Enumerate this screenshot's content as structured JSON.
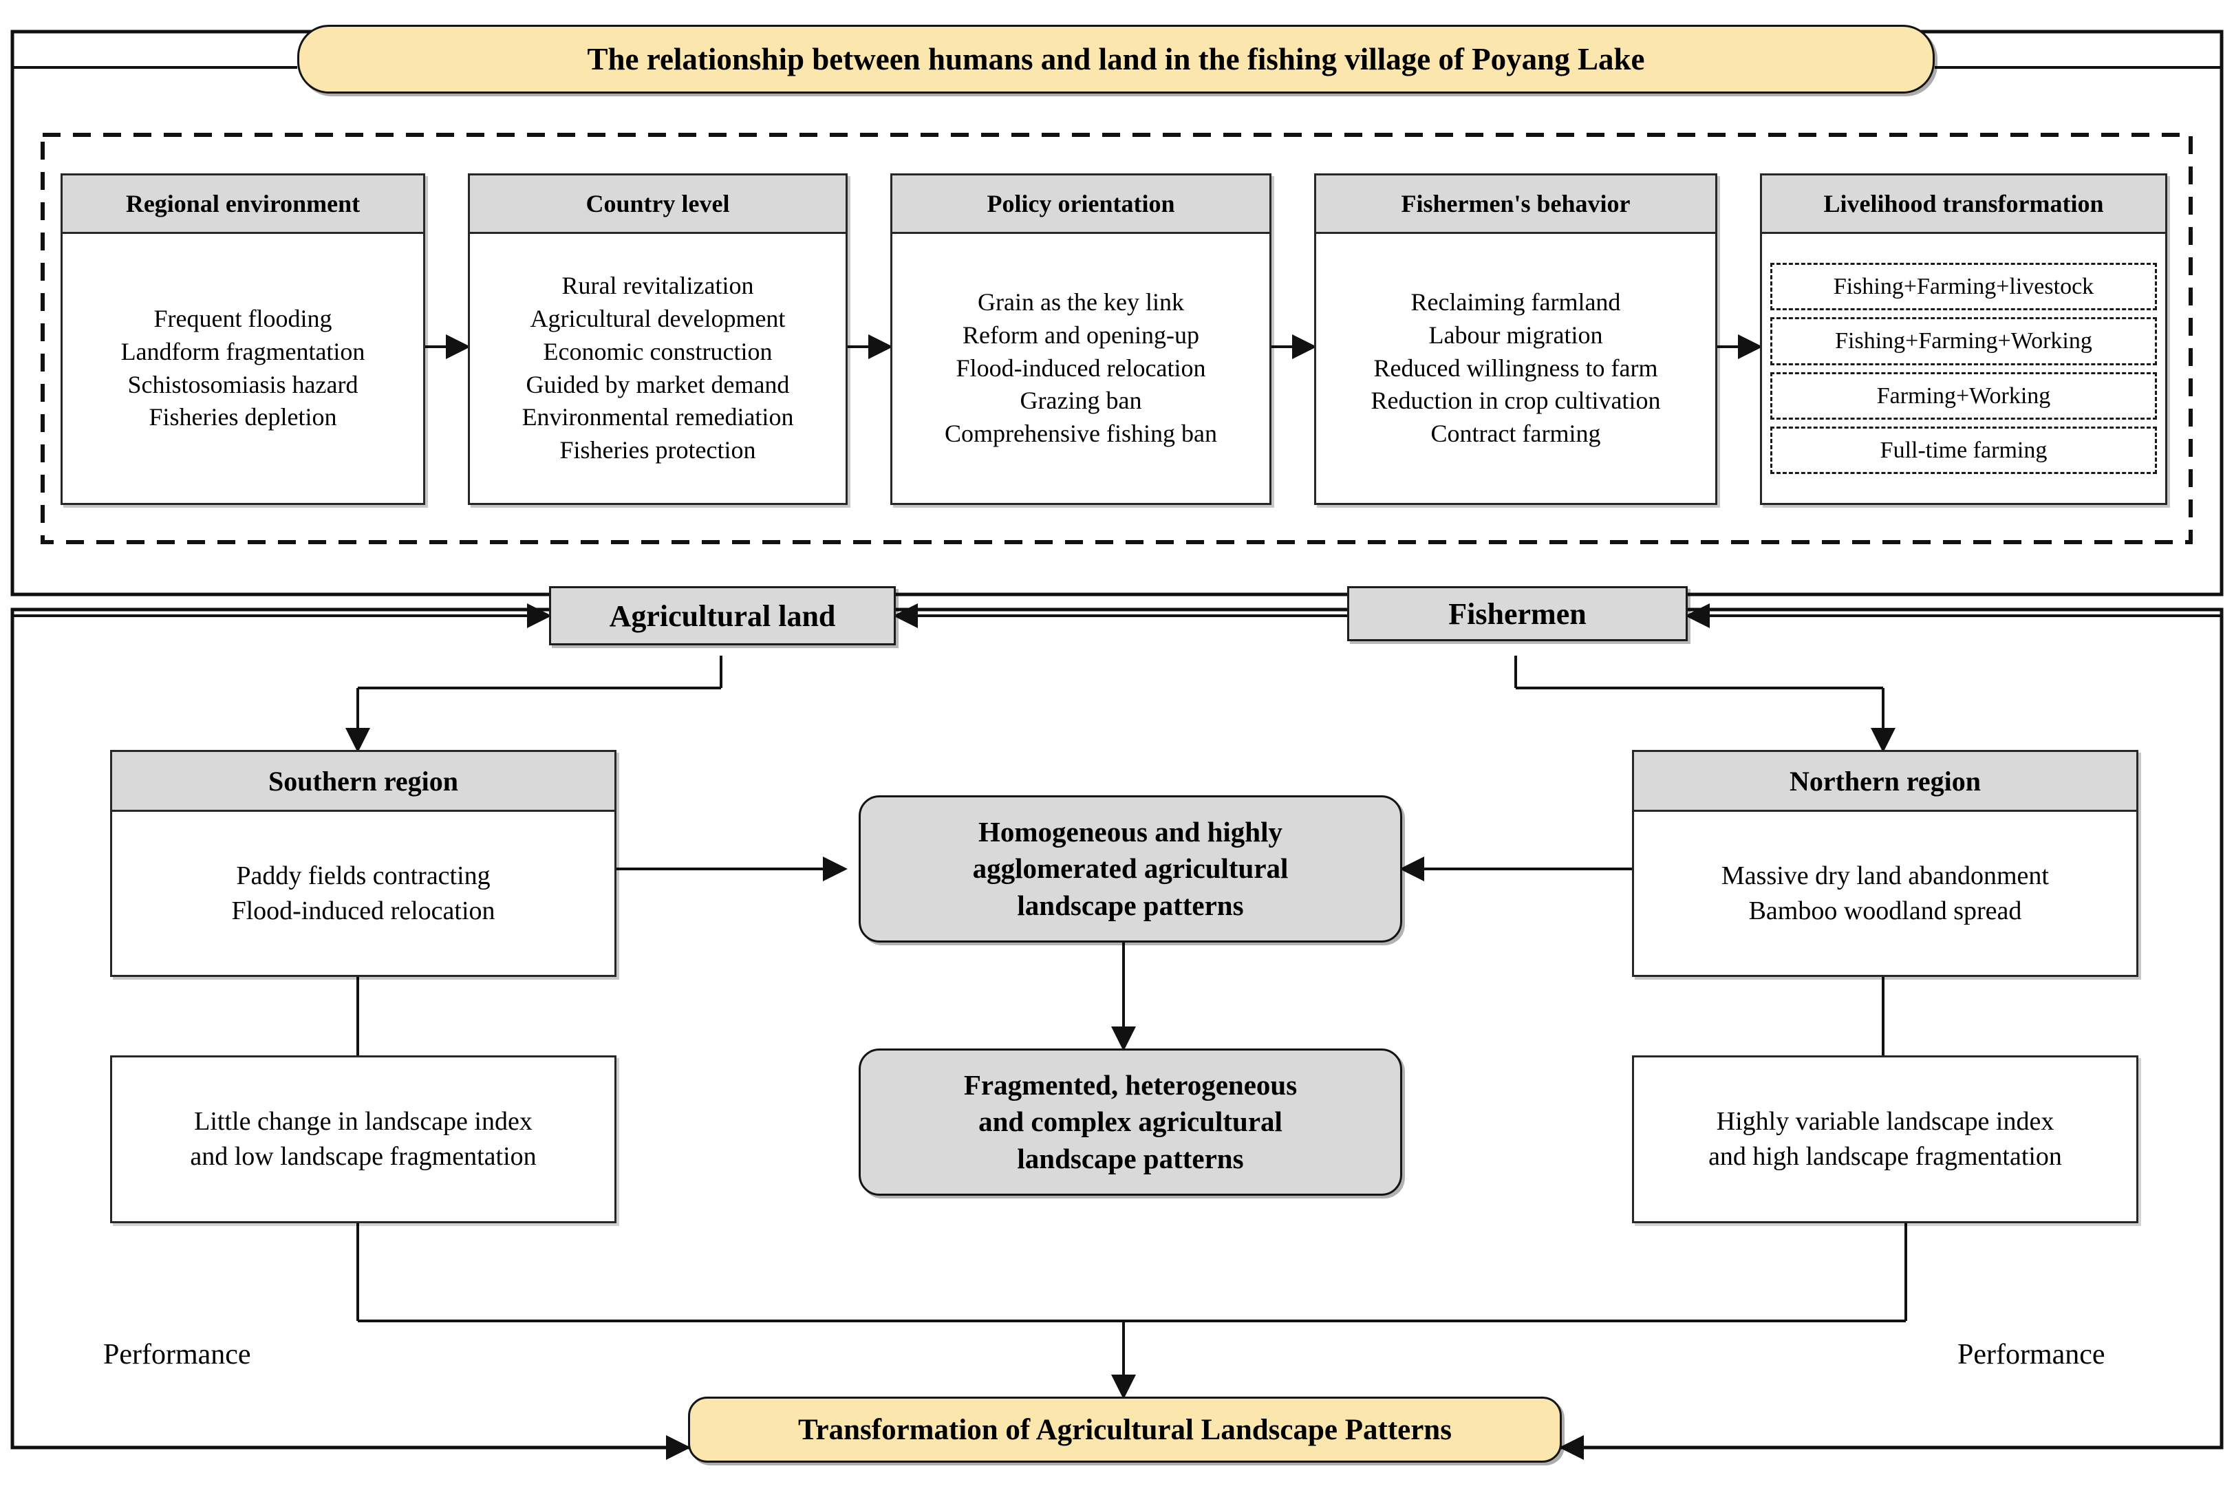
{
  "title": {
    "text": "The relationship between humans and land in the fishing village of Poyang Lake"
  },
  "driver_panel": {
    "boxes": [
      {
        "header": "Regional environment",
        "items": [
          "Frequent flooding",
          "Landform fragmentation",
          "Schistosomiasis hazard",
          "Fisheries depletion"
        ]
      },
      {
        "header": "Country level",
        "items": [
          "Rural revitalization",
          "Agricultural development",
          "Economic construction",
          "Guided by market demand",
          "Environmental remediation",
          "Fisheries protection"
        ]
      },
      {
        "header": "Policy orientation",
        "items": [
          "Grain as the key link",
          "Reform and opening-up",
          "Flood-induced relocation",
          "Grazing ban",
          "Comprehensive fishing ban"
        ]
      },
      {
        "header": "Fishermen's behavior",
        "items": [
          "Reclaiming farmland",
          "Labour migration",
          "Reduced willingness to farm",
          "Reduction in crop cultivation",
          "Contract farming"
        ]
      },
      {
        "header": "Livelihood transformation",
        "dashed_items": [
          "Fishing+Farming+livestock",
          "Fishing+Farming+Working",
          "Farming+Working",
          "Full-time farming"
        ]
      }
    ]
  },
  "actors": {
    "agricultural_land": "Agricultural land",
    "fishermen": "Fishermen"
  },
  "regions": {
    "southern": {
      "header": "Southern region",
      "items": [
        "Paddy fields contracting",
        "Flood-induced relocation"
      ],
      "outcome": [
        "Little change in landscape index",
        "and low landscape fragmentation"
      ],
      "performance_label": "Performance"
    },
    "northern": {
      "header": "Northern region",
      "items": [
        "Massive dry land abandonment",
        "Bamboo woodland spread"
      ],
      "outcome": [
        "Highly variable landscape index",
        "and high landscape fragmentation"
      ],
      "performance_label": "Performance"
    }
  },
  "patterns": {
    "homogeneous": [
      "Homogeneous and highly",
      "agglomerated agricultural",
      "landscape patterns"
    ],
    "fragmented": [
      "Fragmented, heterogeneous",
      "and complex agricultural",
      "landscape patterns"
    ]
  },
  "footer": {
    "text": "Transformation of Agricultural Landscape Patterns"
  },
  "colors": {
    "accent_yellow": "#fbe6ae",
    "grey_fill": "#d9d9d9",
    "stroke": "#1d1d1d"
  }
}
